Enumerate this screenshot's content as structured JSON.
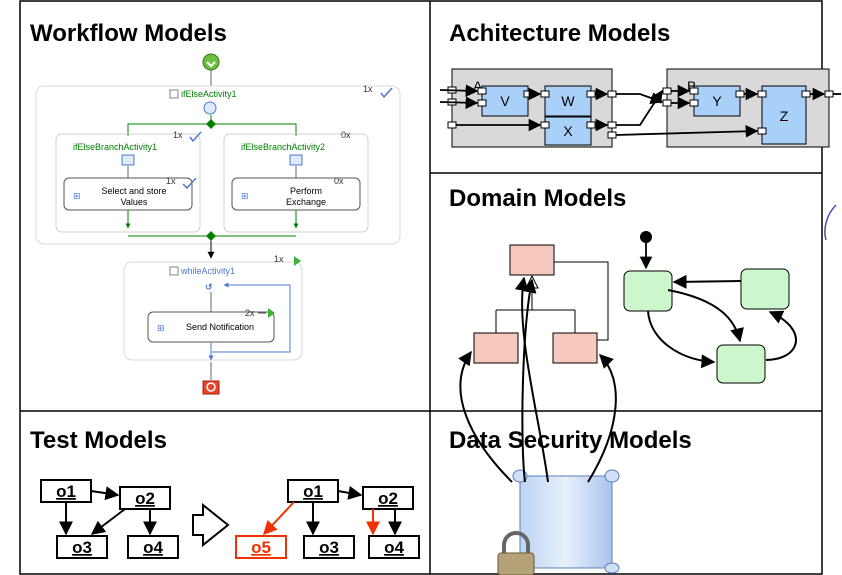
{
  "panels": {
    "workflow": "Workflow Models",
    "architecture": "Achitecture Models",
    "domain": "Domain Models",
    "test": "Test Models",
    "security": "Data Security Models"
  },
  "workflow": {
    "ifelse_activity": "ifElseActivity1",
    "ifelse_count": "1x",
    "branch1": "ifElseBranchActivity1",
    "branch1_count": "1x",
    "branch2": "ifElseBranchActivity2",
    "branch2_count": "0x",
    "activity1_line1": "Select and store",
    "activity1_line2": "Values",
    "activity1_count": "1x",
    "activity2_line1": "Perform",
    "activity2_line2": "Exchange",
    "activity2_count": "0x",
    "while_activity": "whileActivity1",
    "while_count": "1x",
    "send_activity": "Send Notification",
    "send_count": "2x"
  },
  "architecture": {
    "group1": "A",
    "group2": "B",
    "components": [
      "V",
      "W",
      "X",
      "Y",
      "Z"
    ]
  },
  "test": {
    "left": [
      "o1",
      "o2",
      "o3",
      "o4"
    ],
    "right": [
      "o1",
      "o2",
      "o3",
      "o4",
      "o5"
    ]
  },
  "colors": {
    "uml_class_fill": "#f8c9bf",
    "state_fill": "#ccf7cc",
    "component_fill": "#a8d0f8",
    "highlight_red": "#ee3300",
    "workflow_green": "#008000",
    "workflow_blue": "#4a7ad0"
  }
}
